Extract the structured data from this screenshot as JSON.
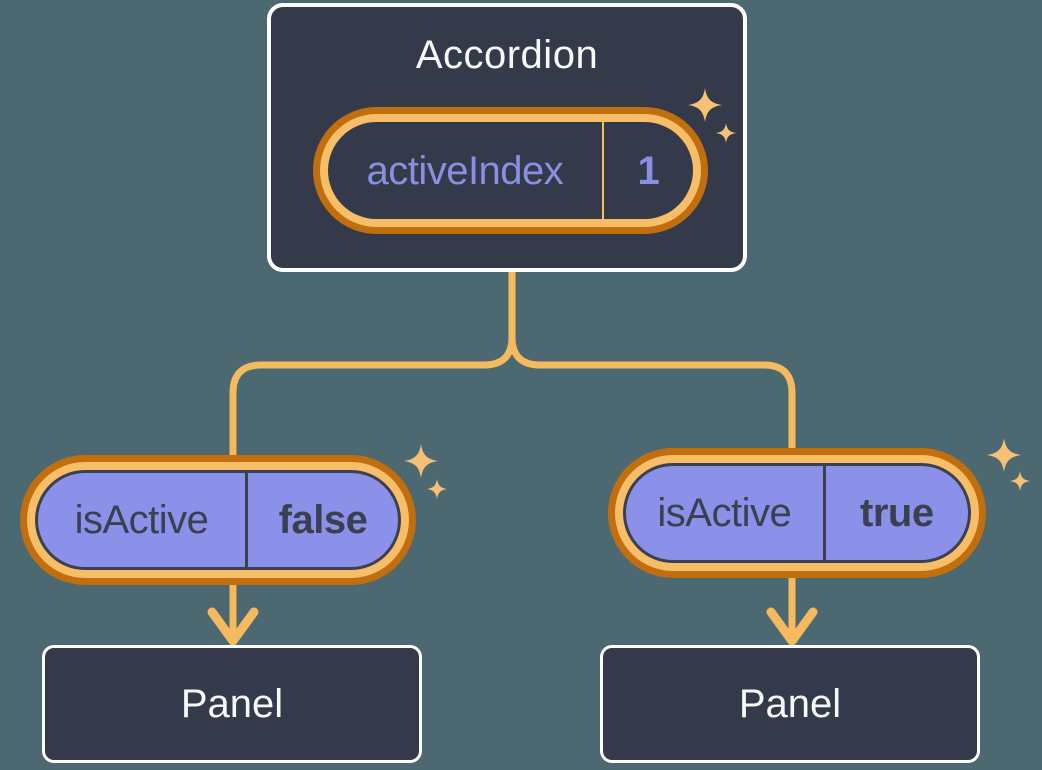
{
  "background_color": "#4c6971",
  "colors": {
    "card_fill": "#343a4a",
    "card_border": "#ffffff",
    "connector_orange": "#f5ba60",
    "ring_orange_dark": "#c06e0e",
    "ring_orange_light": "#f7bd67",
    "pill_purple": "#8b90e8",
    "purple_text": "#8a8fe2",
    "dark_text": "#3a4050",
    "sparkle": "#f6c175"
  },
  "root_component": {
    "title": "Accordion",
    "state_pill": {
      "label": "activeIndex",
      "value": "1"
    }
  },
  "children": [
    {
      "prop_pill": {
        "label": "isActive",
        "value": "false"
      },
      "panel_label": "Panel"
    },
    {
      "prop_pill": {
        "label": "isActive",
        "value": "true"
      },
      "panel_label": "Panel"
    }
  ],
  "icons": {
    "sparkle": "sparkle-icon",
    "arrow_down": "arrow-down-icon"
  }
}
